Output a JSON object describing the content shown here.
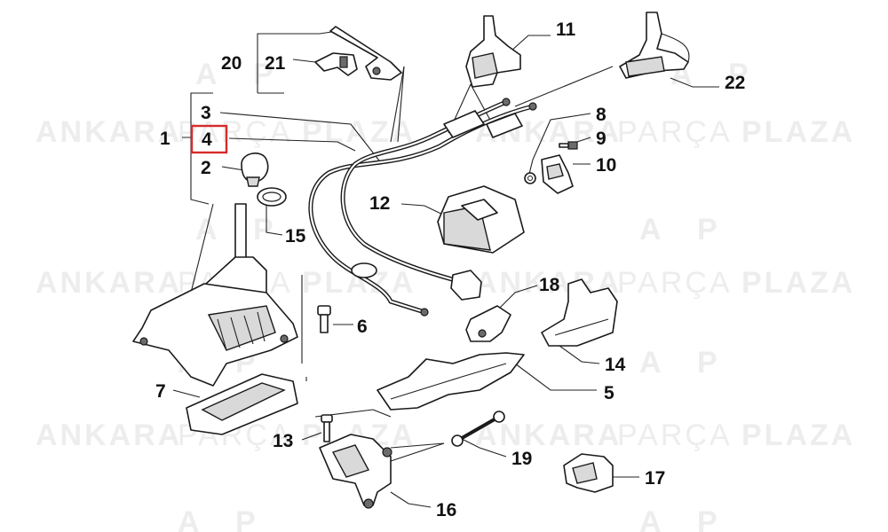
{
  "watermark": {
    "word1": "ANKARA",
    "word2": "PARÇA",
    "word3": "PLAZA",
    "colors": {
      "light": "#efefef",
      "mid": "#e6e6e6"
    }
  },
  "highlight": {
    "label": "4",
    "color": "#d62b2b"
  },
  "callouts": [
    {
      "id": "1",
      "label": "1"
    },
    {
      "id": "2",
      "label": "2"
    },
    {
      "id": "3",
      "label": "3"
    },
    {
      "id": "4",
      "label": "4"
    },
    {
      "id": "5",
      "label": "5"
    },
    {
      "id": "6",
      "label": "6"
    },
    {
      "id": "7",
      "label": "7"
    },
    {
      "id": "8",
      "label": "8"
    },
    {
      "id": "9",
      "label": "9"
    },
    {
      "id": "10",
      "label": "10"
    },
    {
      "id": "11",
      "label": "11"
    },
    {
      "id": "12",
      "label": "12"
    },
    {
      "id": "13",
      "label": "13"
    },
    {
      "id": "14",
      "label": "14"
    },
    {
      "id": "15",
      "label": "15"
    },
    {
      "id": "16",
      "label": "16"
    },
    {
      "id": "17",
      "label": "17"
    },
    {
      "id": "18",
      "label": "18"
    },
    {
      "id": "19",
      "label": "19"
    },
    {
      "id": "20",
      "label": "20"
    },
    {
      "id": "21",
      "label": "21"
    },
    {
      "id": "22",
      "label": "22"
    }
  ]
}
